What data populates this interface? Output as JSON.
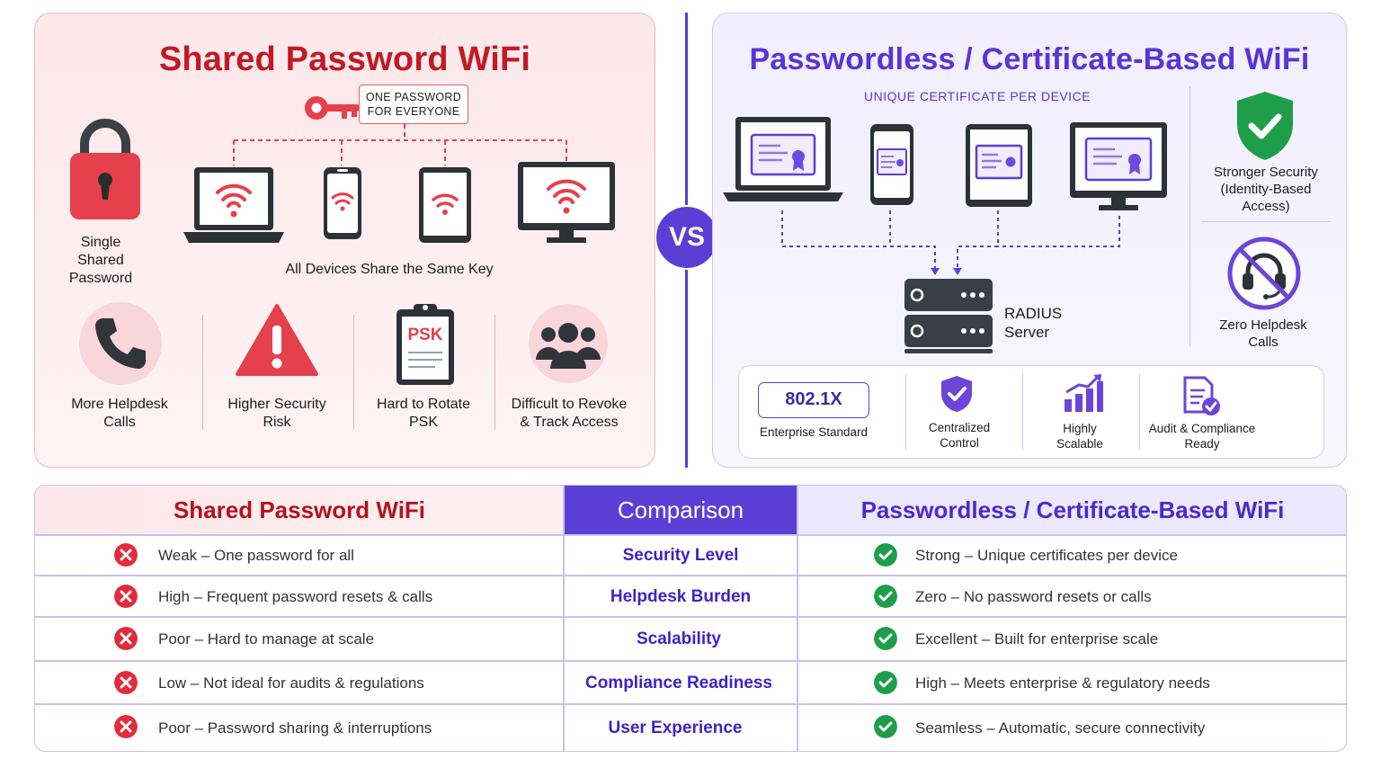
{
  "left": {
    "title": "Shared Password WiFi",
    "key_label_1": "ONE PASSWORD",
    "key_label_2": "FOR EVERYONE",
    "lock_label": [
      "Single",
      "Shared",
      "Password"
    ],
    "devices_label": "All Devices Share the Same Key",
    "issues": [
      {
        "line1": "More Helpdesk",
        "line2": "Calls",
        "icon": "phone-icon"
      },
      {
        "line1": "Higher Security",
        "line2": "Risk",
        "icon": "warning-icon"
      },
      {
        "line1": "Hard to Rotate",
        "line2": "PSK",
        "icon": "clipboard-icon"
      },
      {
        "line1": "Difficult to Revoke",
        "line2": "& Track Access",
        "icon": "users-icon"
      }
    ],
    "psk_text": "PSK"
  },
  "vs": "VS",
  "right": {
    "title": "Passwordless / Certificate-Based WiFi",
    "cert_label": "UNIQUE CERTIFICATE  PER DEVICE",
    "server_label_1": "RADIUS",
    "server_label_2": "Server",
    "benefits": [
      {
        "lines": [
          "Stronger Security",
          "(Identity-Based",
          "Access)"
        ],
        "icon": "shield-check-icon"
      },
      {
        "lines": [
          "Zero Helpdesk",
          "Calls"
        ],
        "icon": "no-headset-icon"
      }
    ],
    "features": {
      "standard": "802.1X",
      "standard_label": "Enterprise Standard",
      "items": [
        {
          "line1": "Centralized",
          "line2": "Control",
          "icon": "shield-icon"
        },
        {
          "line1": "Highly",
          "line2": "Scalable",
          "icon": "growth-chart-icon"
        },
        {
          "line1": "Audit & Compliance",
          "line2": "Ready",
          "icon": "document-check-icon"
        }
      ]
    }
  },
  "table": {
    "head_left": "Shared Password WiFi",
    "head_mid": "Comparison",
    "head_right": "Passwordless / Certificate-Based WiFi",
    "rows": [
      {
        "left": "Weak – One password for all",
        "mid": "Security Level",
        "right": "Strong – Unique certificates per device"
      },
      {
        "left": "High – Frequent password resets & calls",
        "mid": "Helpdesk Burden",
        "right": "Zero – No password resets or calls"
      },
      {
        "left": "Poor – Hard to manage at scale",
        "mid": "Scalability",
        "right": "Excellent – Built for enterprise scale"
      },
      {
        "left": "Low – Not ideal for audits & regulations",
        "mid": "Compliance Readiness",
        "right": "High – Meets enterprise & regulatory needs"
      },
      {
        "left": "Poor – Password sharing & interruptions",
        "mid": "User Experience",
        "right": "Seamless – Automatic, secure connectivity"
      }
    ]
  },
  "colors": {
    "red": "#c11a24",
    "purple": "#5b3fd4",
    "green": "#1f9e4a"
  }
}
